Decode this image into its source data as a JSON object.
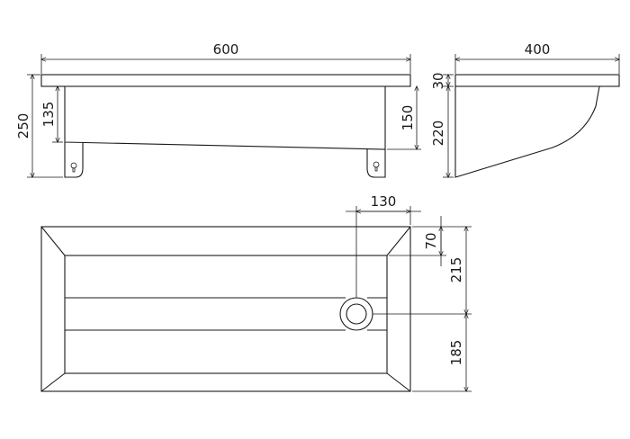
{
  "diagram": {
    "front_view": {
      "width_label": "600",
      "overall_height_label": "250",
      "left_inner_height_label": "135",
      "right_inner_height_label": "150"
    },
    "side_view": {
      "depth_label": "400",
      "rim_height_label": "30",
      "body_height_label": "220"
    },
    "top_view": {
      "drain_offset_label": "130",
      "back_offset_label": "70",
      "drain_to_back_label": "215",
      "drain_to_front_label": "185"
    }
  }
}
